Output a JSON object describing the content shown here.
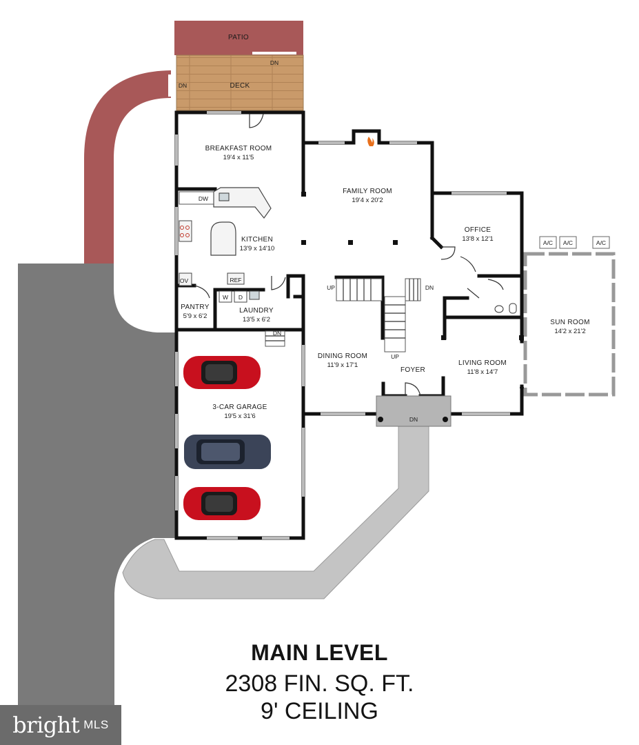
{
  "rooms": {
    "patio": {
      "name": "PATIO"
    },
    "deck": {
      "name": "DECK"
    },
    "breakfast": {
      "name": "BREAKFAST ROOM",
      "dim": "19'4 x 11'5"
    },
    "family": {
      "name": "FAMILY ROOM",
      "dim": "19'4 x 20'2"
    },
    "kitchen": {
      "name": "KITCHEN",
      "dim": "13'9 x 14'10"
    },
    "office": {
      "name": "OFFICE",
      "dim": "13'8 x 12'1"
    },
    "pantry": {
      "name": "PANTRY",
      "dim": "5'9 x 6'2"
    },
    "laundry": {
      "name": "LAUNDRY",
      "dim": "13'5 x 6'2"
    },
    "sunroom": {
      "name": "SUN ROOM",
      "dim": "14'2 x 21'2"
    },
    "dining": {
      "name": "DINING ROOM",
      "dim": "11'9 x 17'1"
    },
    "living": {
      "name": "LIVING ROOM",
      "dim": "11'8 x 14'7"
    },
    "foyer": {
      "name": "FOYER"
    },
    "garage": {
      "name": "3-CAR GARAGE",
      "dim": "19'5 x 31'6"
    }
  },
  "labels": {
    "dn": "DN",
    "up": "UP",
    "dw": "DW",
    "ov": "OV",
    "ref": "REF",
    "washer": "W",
    "dryer": "D",
    "ac": "A/C"
  },
  "summary": {
    "level": "MAIN LEVEL",
    "area": "2308 FIN. SQ. FT.",
    "ceiling": "9' CEILING"
  },
  "logo": {
    "brand": "bright",
    "suffix": "MLS"
  },
  "colors": {
    "patio": "#a85858",
    "deck": "#c99a6a",
    "driveway": "#7a7a7a",
    "walkway": "#c4c4c4",
    "car_red": "#c8101e",
    "car_blue": "#3b4458"
  }
}
